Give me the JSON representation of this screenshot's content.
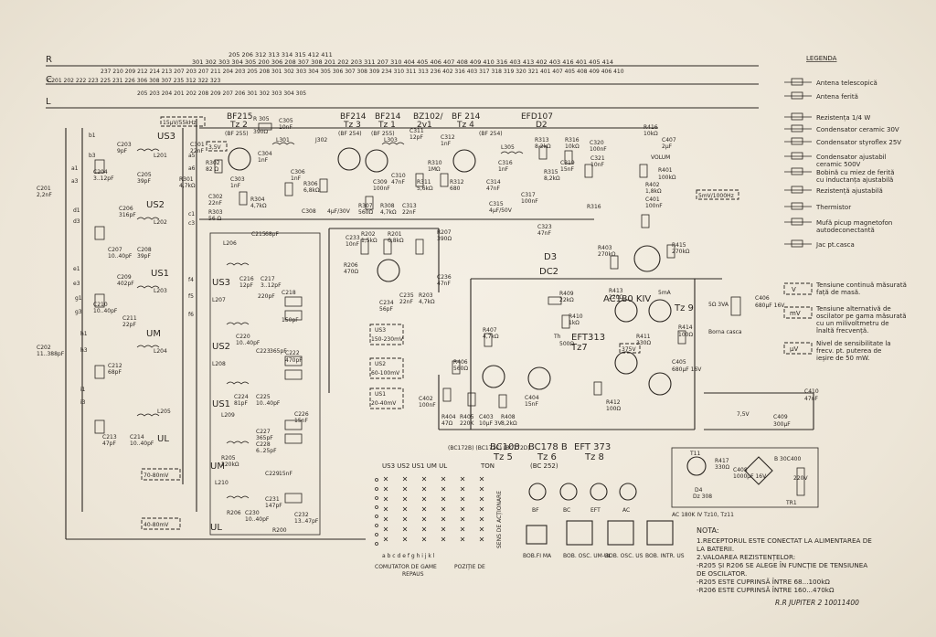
{
  "bus": {
    "R": {
      "name": "R",
      "nums": "301 302 303 304 305 200 306 208 307 308 201 202 203 311 207 310 404 405 406 407 408 409 410 316 403 413 402 403 416 401 405 414",
      "top": "205 206 312 313 314 315 412 411"
    },
    "C": {
      "name": "C",
      "nums": "237 210 209 212 214 213 207 203 207 211 204 203 205 208 301 302 303 304 305 306 307 308 309 234 310 311 313 236 402 316 403 317 318 319 320 321 401 407 405 408 409 406 410",
      "extra": "C201 202 222 223 225 231 226 306 308 307 235 312 322 323"
    },
    "L": {
      "name": "L",
      "nums": "205 203 204 201 202 208 209 207 206 301 302 303 304 305"
    }
  },
  "transistors": [
    {
      "id": "tz2",
      "type": "BF215",
      "name": "Tz 2",
      "sub": "(BF 255)"
    },
    {
      "id": "tz3",
      "type": "BF214",
      "name": "Tz 3",
      "sub": "(BF 254)"
    },
    {
      "id": "tz1",
      "type": "BF214",
      "name": "Tz 1",
      "sub": "(BF 255)"
    },
    {
      "id": "dz1",
      "type": "BZ102/",
      "name": "2v1",
      "sub": ""
    },
    {
      "id": "tz4",
      "type": "BF 214",
      "name": "Tz 4",
      "sub": "(BF 254)"
    },
    {
      "id": "d2",
      "type": "EFD107",
      "name": "D2",
      "sub": ""
    },
    {
      "id": "tz5",
      "type": "BC108",
      "name": "Tz 5",
      "sub": "(BC172B)\n(BC172C)\n(BC172D)"
    },
    {
      "id": "tz6",
      "type": "BC178 B",
      "name": "Tz 6",
      "sub": "(BC 252)"
    },
    {
      "id": "tz8",
      "type": "EFT 373",
      "name": "Tz 8",
      "sub": ""
    },
    {
      "id": "tz9",
      "type": "AC180 KIV",
      "name": "Tz 9",
      "sub": ""
    },
    {
      "id": "tz7",
      "type": "EFT313",
      "name": "Tz7",
      "sub": ""
    }
  ],
  "sections": {
    "us3": "US3",
    "us2": "US2",
    "us1": "US1",
    "um": "UM",
    "ul": "UL",
    "us3b": "US3",
    "us2b": "US2",
    "us1b": "US1",
    "umb": "UM",
    "ulb": "UL",
    "d3": "D3",
    "dc2": "DC2"
  },
  "labels": {
    "top_note": "15µV/55kHz",
    "r305": "R 305",
    "r305v": "390Ω",
    "c305": "C305",
    "c305v": "10nF",
    "r302": "R302",
    "r302v": "82 Ω",
    "r301": "R301",
    "r301v": "4,7kΩ",
    "r303": "R303",
    "r303v": "56 Ω",
    "c302": "C302",
    "c302v": "22nF",
    "c303": "C303",
    "c303v": "1nF",
    "c304": "C304",
    "c304v": "1nF",
    "r304": "R304",
    "r304v": "4,7kΩ",
    "c306": "C306",
    "c306v": "1nF",
    "r306": "R306",
    "r306v": "6,8kΩ",
    "c308": "C308",
    "c308v": "4µF/30V",
    "c309": "C309",
    "c309v": "100nF",
    "c310": "C310",
    "c310v": "47nF",
    "r307": "R307",
    "r307v": "560Ω",
    "r308": "R308",
    "r308v": "4,7kΩ",
    "c313": "C313",
    "c313v": "22nF",
    "r311": "R311",
    "r311v": "5,6kΩ",
    "r312": "R312",
    "r312v": "680",
    "c314": "C314",
    "c314v": "47nF",
    "c315": "C315",
    "c315v": "4µF/50V",
    "r313": "R313",
    "r313v": "8,2kΩ",
    "r315": "R315",
    "r315v": "8,2kΩ",
    "r316": "R316",
    "r316v": "10kΩ",
    "c320": "C320",
    "c320v": "100nF",
    "c317": "C317",
    "c317v": "100nF",
    "c319": "C319",
    "c319v": "15nF",
    "c321": "C321",
    "c321v": "10nF",
    "c323": "C323",
    "c323v": "47nF",
    "r207": "R207",
    "r207v": "390Ω",
    "r401": "R401",
    "r401v": "100kΩ",
    "c401": "C401",
    "c401v": "100nF",
    "r402": "R402",
    "r402v": "1,8kΩ",
    "c407": "C407",
    "c407v": "2µF",
    "r416": "R416",
    "r416v": "10kΩ",
    "volum": "VOLUM",
    "r415": "R415",
    "r415v": "270kΩ",
    "r403": "R403",
    "r403v": "270kΩ",
    "r409": "R409",
    "r409v": "22kΩ",
    "r410": "R410",
    "r410v": "1kΩ",
    "r413": "R413",
    "r413v": "220Ω",
    "th": "Th",
    "thv": "500Ω",
    "r407": "R407",
    "r407v": "4,7kΩ",
    "r406": "R406",
    "r406v": "560Ω",
    "c402": "C402",
    "c402v": "100nF",
    "r404": "R404",
    "r404v": "47Ω",
    "r405": "R405",
    "r405v": "220K",
    "c403": "C403",
    "c403v": "10µF 3V",
    "r408": "R408",
    "r408v": "8,2kΩ",
    "c404": "C404",
    "c404v": "15nF",
    "r411": "R411",
    "r411v": "330Ω",
    "r412": "R412",
    "r412v": "100Ω",
    "r414": "R414",
    "r414v": "100Ω",
    "c405": "C405",
    "c405v": "680µF 16V",
    "c406": "C406",
    "c406v": "680µF 16V",
    "c409": "C409",
    "c409v": "300µF",
    "c410": "C410",
    "c410v": "47nF",
    "v375": "375V",
    "v75": "7,5V",
    "spk": "5Ω 3VA",
    "borna": "Borna casca",
    "ma5": "5mA",
    "r202": "R202",
    "r202v": "1,5kΩ",
    "r201": "R201",
    "r201v": "6,8kΩ",
    "r206": "R206",
    "r206v": "470Ω",
    "r203": "R203",
    "r203v": "4,7kΩ",
    "c233": "C233",
    "c233v": "10nF",
    "c234": "C234",
    "c234v": "56pF",
    "c235": "C235",
    "c235v": "22nF",
    "c236": "C236",
    "c236v": "47nF",
    "us3r": "150-230mV",
    "us2r": "60-100mV",
    "us1r": "20-40mV",
    "umr": "70-80mV",
    "ulr": "40-80mV",
    "mv5": "5mV/1000Hz",
    "c201": "C201",
    "c201v": "2,2nF",
    "c202": "C202",
    "c202v": "11..388pF",
    "c203": "C203",
    "c203v": "9pF",
    "c204": "C204",
    "c204v": "3..12pF",
    "c205": "C205",
    "c205v": "39pF",
    "c206": "C206",
    "c206v": "316pF",
    "c207": "C207",
    "c207v": "10..40pF",
    "c208": "C208",
    "c208v": "39pF",
    "c209": "C209",
    "c209v": "402pF",
    "c210": "C210",
    "c210v": "10..40pF",
    "c211": "C211",
    "c211v": "22pF",
    "c212": "C212",
    "c212v": "68pF",
    "c213": "C213",
    "c213v": "47pF",
    "c214": "C214",
    "c214v": "10..40pF",
    "c216": "C216",
    "c216v": "12pF",
    "c217": "C217",
    "c217v": "3..12pF",
    "c218": "C218",
    "c218v": "150pF",
    "c219": "C219",
    "c219v": "220pF",
    "c220": "C220",
    "c220v": "10..40pF",
    "c221": "C221",
    "c221v": "3..12pF",
    "c222": "C222",
    "c222v": "470pF",
    "c223": "C223",
    "c223v": "365pF",
    "c224": "C224",
    "c224v": "81pF",
    "c225": "C225",
    "c225v": "10..40pF",
    "c226": "C226",
    "c226v": "15nF",
    "c227": "C227",
    "c227v": "365pF",
    "c228": "C228",
    "c228v": "6..25pF",
    "c229": "C229",
    "c229v": "15nF",
    "c230": "C230",
    "c230v": "10..40pF",
    "c231": "C231",
    "c231v": "147pF",
    "c232": "C232",
    "c232v": "13..47pF",
    "r205": "R205",
    "r205v": "220kΩ",
    "r206b": "R206",
    "r200": "R200",
    "c215": "C215",
    "c215v": "68pF",
    "l201": "L201",
    "l202": "L202",
    "l203": "L203",
    "l204": "L204",
    "l205": "L205",
    "l206": "L206",
    "l207": "L207",
    "l208": "L208",
    "l209": "L209",
    "l210": "L210",
    "l301": "L301",
    "l302": "J302",
    "l303": "L303",
    "l304": "L304",
    "l305": "L305",
    "c311": "C311",
    "c311v": "12pF",
    "c312": "C312",
    "c312v": "1nF",
    "r310": "R310",
    "r310v": "1MΩ",
    "c316": "C316",
    "c316v": "1nF",
    "c301": "C301",
    "c301v": "22nF",
    "mv35": "3,5V",
    "tr1": "TR1",
    "v220": "220V",
    "b30c400": "B 30C400",
    "r417": "R417",
    "r417v": "330Ω",
    "c408": "C408",
    "c408v": "1000µF 16V",
    "d4": "D4",
    "d4v": "Dz 308",
    "t11": "T11",
    "t10t11": "AC 180K IV\nTz10, Tz11",
    "bobfima": "BOB.FI MA",
    "bobosc1": "BOB. OSC. UM-UL",
    "bobosc2": "BOB. OSC. US",
    "bobintr": "BOB. INTR. US",
    "comutator": "COMUTATOR DE GAME",
    "repaus": "REPAUS",
    "pozitie": "POZIȚIE DE",
    "sens": "SENS DE ACȚIONARE",
    "ton": "TON",
    "switch_cols": "US3 US2 US1 UM UL",
    "letters": "a b c d e f g h i j k l"
  },
  "pins": {
    "bf": "BF",
    "bc": "BC",
    "eft": "EFT",
    "ac": "AC"
  },
  "legend": {
    "title": "LEGENDA",
    "items": [
      "Antena telescopică",
      "Antena ferită",
      "Rezistența 1/4 W",
      "Condensator ceramic 30V",
      "Condensator styroflex 25V",
      "Condensator ajustabil ceramic 500V",
      "Bobină cu miez de ferită cu inductanța ajustabilă",
      "Rezistență ajustabilă",
      "Thermistor",
      "Mufă picup magnetofon autodeconectantă",
      "Jac pt.casca",
      "Tensiune continuă măsurată față de masă.",
      "Tensiune alternativă de oscilator pe gama măsurată cu un milivoltmetru de înaltă frecvență.",
      "Nivel de sensibilitate la frecv. pt. puterea de ieșire de 50 mW."
    ],
    "sym_v": "V",
    "sym_mv": "mV",
    "sym_uv": "µV"
  },
  "notes": {
    "title": "NOTA:",
    "lines": [
      "1.RECEPTORUL ESTE CONECTAT LA ALIMENTAREA DE LA BATERII.",
      "2.VALOAREA REZISTENȚELOR:",
      "-R205 ȘI R206 SE ALEGE ÎN FUNCȚIE DE TENSIUNEA DE OSCILATOR.",
      "-R205 ESTE CUPRINSĂ ÎNTRE 68...100kΩ",
      "-R206 ESTE CUPRINSĂ ÎNTRE 160...470kΩ"
    ],
    "model": "R.R JUPITER 2 10011400"
  }
}
